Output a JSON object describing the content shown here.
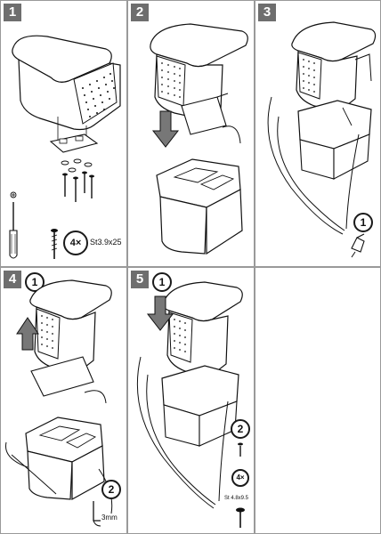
{
  "steps": [
    {
      "number": "1"
    },
    {
      "number": "2"
    },
    {
      "number": "3"
    },
    {
      "number": "4"
    },
    {
      "number": "5"
    }
  ],
  "callouts": {
    "step3_sub": "1",
    "step4_sub_top": "1",
    "step4_sub_bottom": "2",
    "step4_drill_size": "3mm",
    "step5_sub_top": "1",
    "step5_sub_right": "2"
  },
  "parts": {
    "screw_qty": "4×",
    "screw_spec": "St3.9x25",
    "small_screw_qty": "4×",
    "small_screw_spec": "St 4.8x9.5"
  },
  "icons": {
    "screwdriver": "phillips-screwdriver-icon",
    "arrow_down": "down-arrow-icon",
    "arrow_up": "up-arrow-icon",
    "drill": "drill-icon",
    "hand_tool": "lever-icon"
  }
}
